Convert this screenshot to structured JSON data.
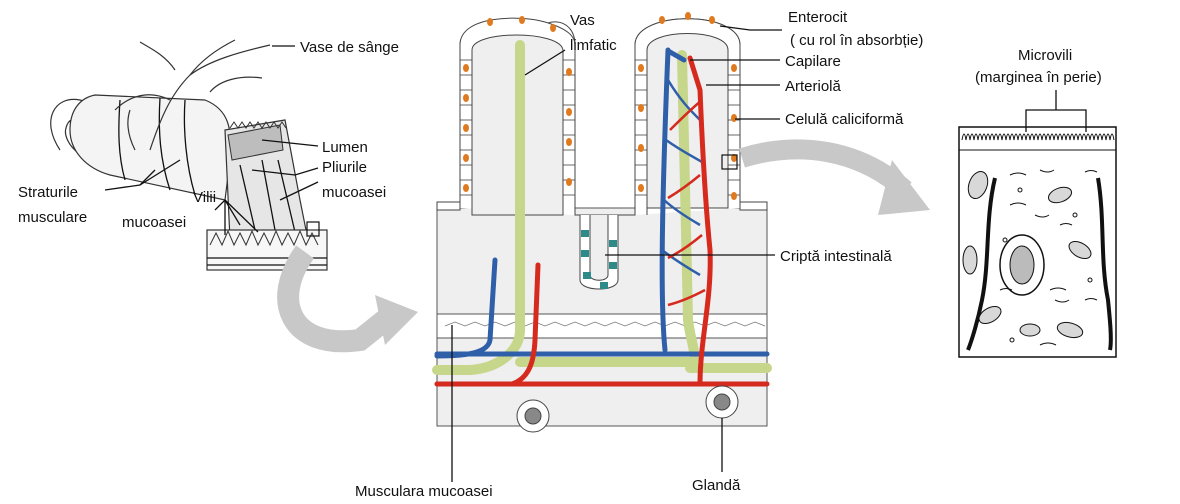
{
  "labels": {
    "vase_de_sange": "Vase de sânge",
    "lumen": "Lumen",
    "pliurile_1": "Pliurile",
    "pliurile_2": "mucoasei",
    "straturile_1": "Straturile",
    "straturile_2": "musculare",
    "vilii_1": "Vilii",
    "vilii_2": "mucoasei",
    "vas_1": "Vas",
    "vas_2": "limfatic",
    "enterocit_1": "Enterocit",
    "enterocit_2": "( cu rol în absorbție)",
    "capilare": "Capilare",
    "arteriola": "Arteriolă",
    "celula_caliciforma": "Celulă caliciformă",
    "cripta": "Criptă intestinală",
    "musculara": "Musculara mucoasei",
    "glanda": "Glandă",
    "microvili_1": "Microvili",
    "microvili_2": "(marginea în perie)"
  },
  "colors": {
    "artery": "#d62a1f",
    "vein": "#2f5fa8",
    "lymph": "#c6d68a",
    "enterocyte_nucleus": "#e07a1e",
    "crypt_cells": "#2f8a8a",
    "arrow": "#c8c8c8",
    "tissue": "#efefef"
  }
}
